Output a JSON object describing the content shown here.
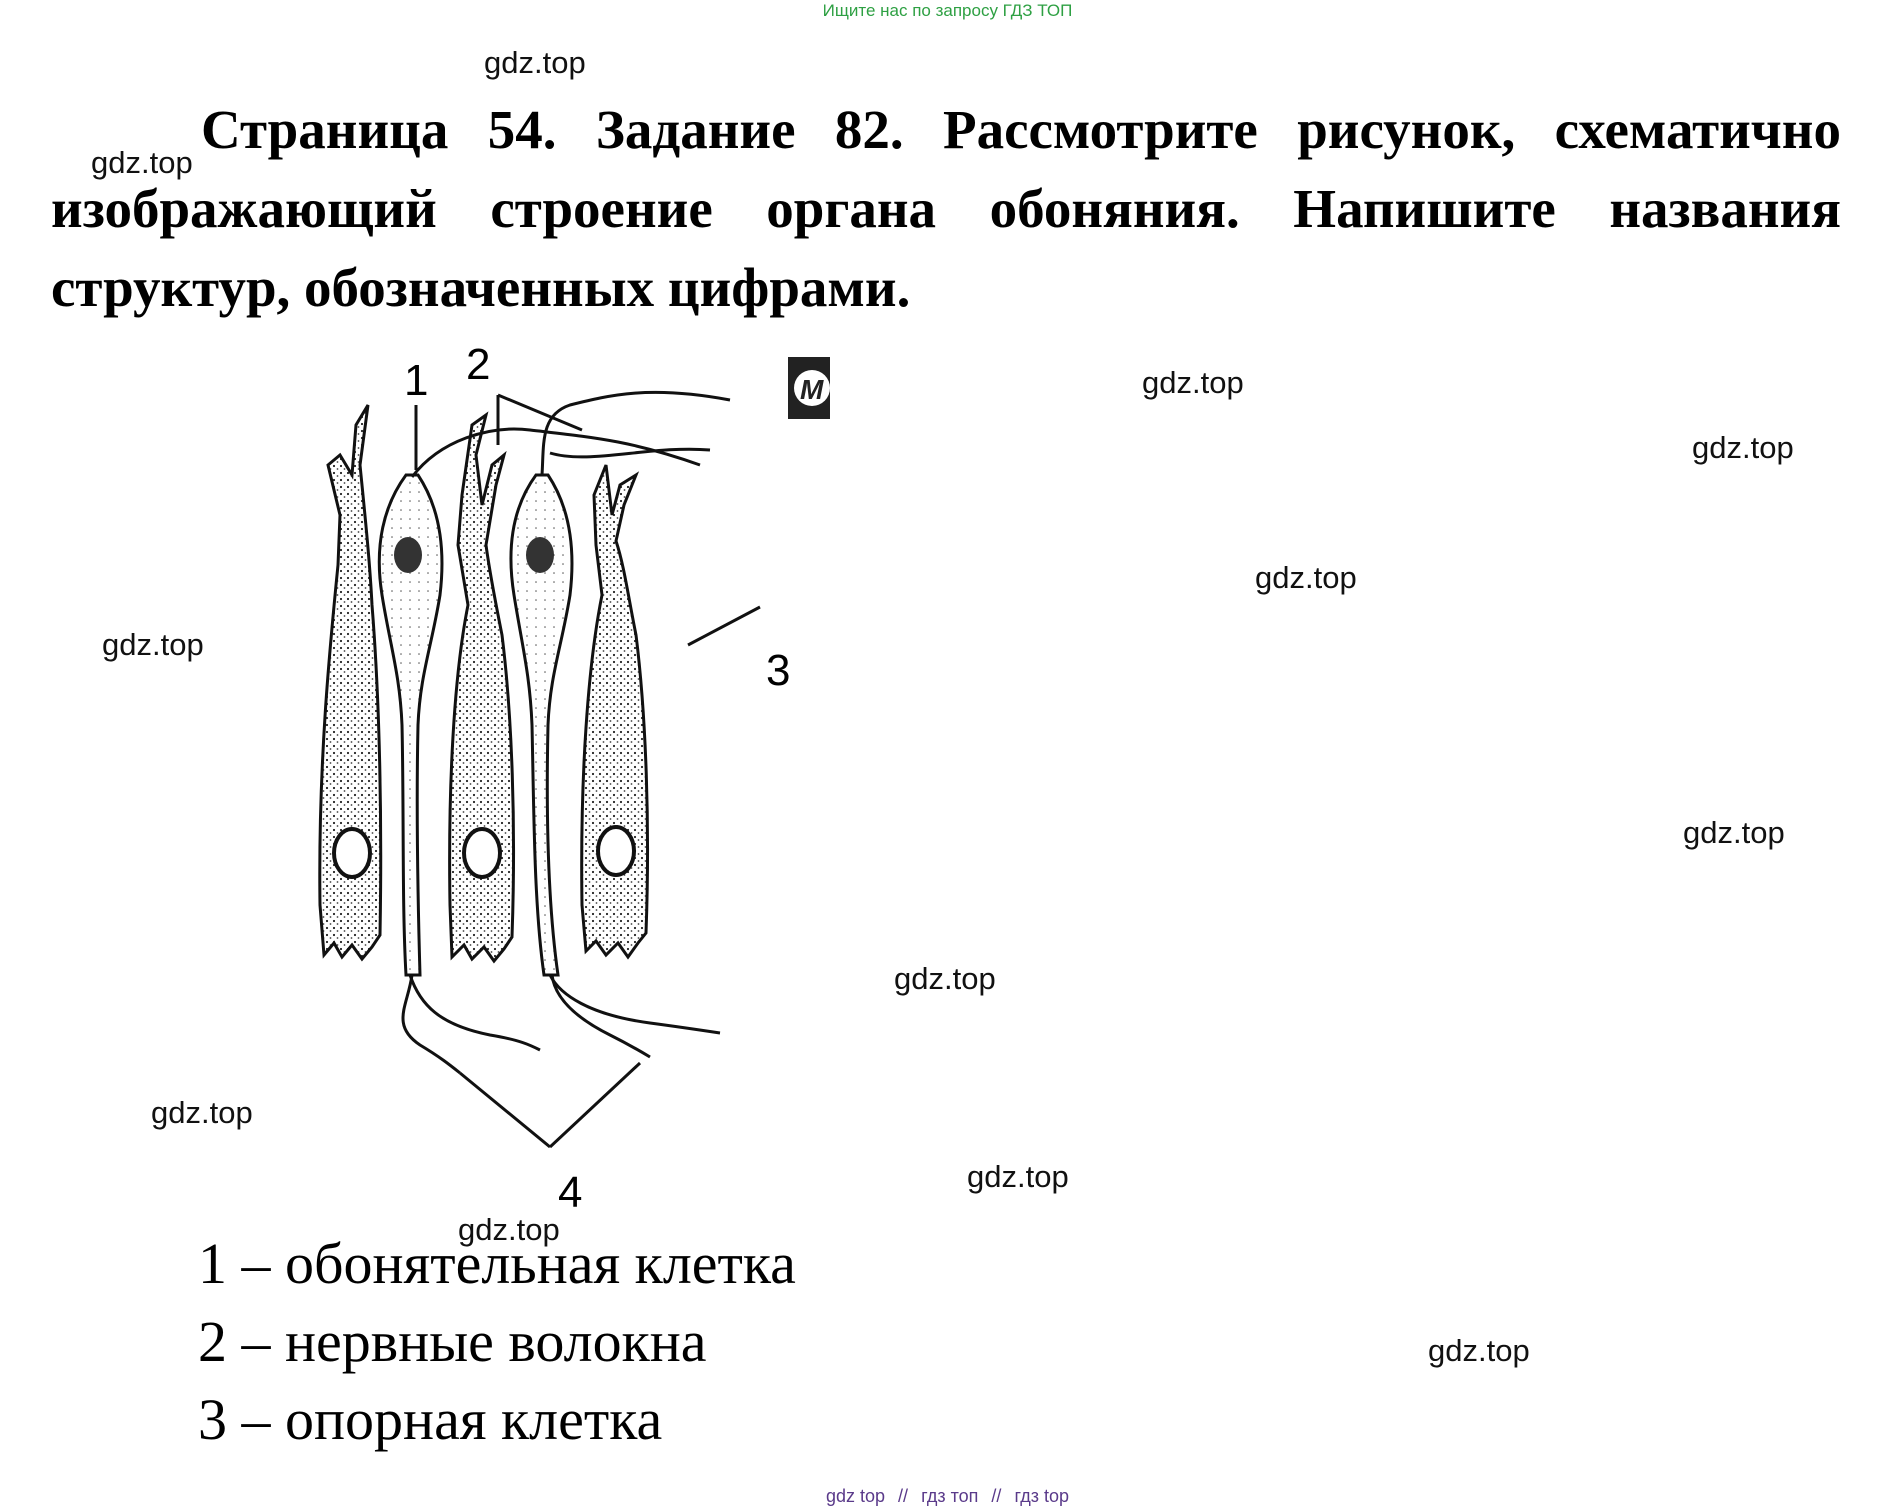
{
  "header": {
    "search_hint": "Ищите нас по запросу ГДЗ ТОП"
  },
  "task": {
    "text": "Страница 54. Задание 82. Рассмотрите рисунок, схематично изображающий строение органа обоняния. Напишите названия структур, обозначенных цифрами."
  },
  "figure": {
    "labels": [
      "1",
      "2",
      "3",
      "4"
    ],
    "publisher_mark": "М"
  },
  "answers": [
    "1 – обонятельная клетка",
    "2 – нервные волокна",
    "3 – опорная клетка"
  ],
  "watermarks": [
    "gdz.top",
    "gdz.top",
    "gdz.top",
    "gdz.top",
    "gdz.top",
    "gdz.top",
    "gdz.top",
    "gdz.top",
    "gdz.top",
    "gdz.top",
    "gdz.top"
  ],
  "footer": {
    "links": [
      "gdz top",
      "//",
      "гдз топ",
      "//",
      "гдз top"
    ]
  }
}
